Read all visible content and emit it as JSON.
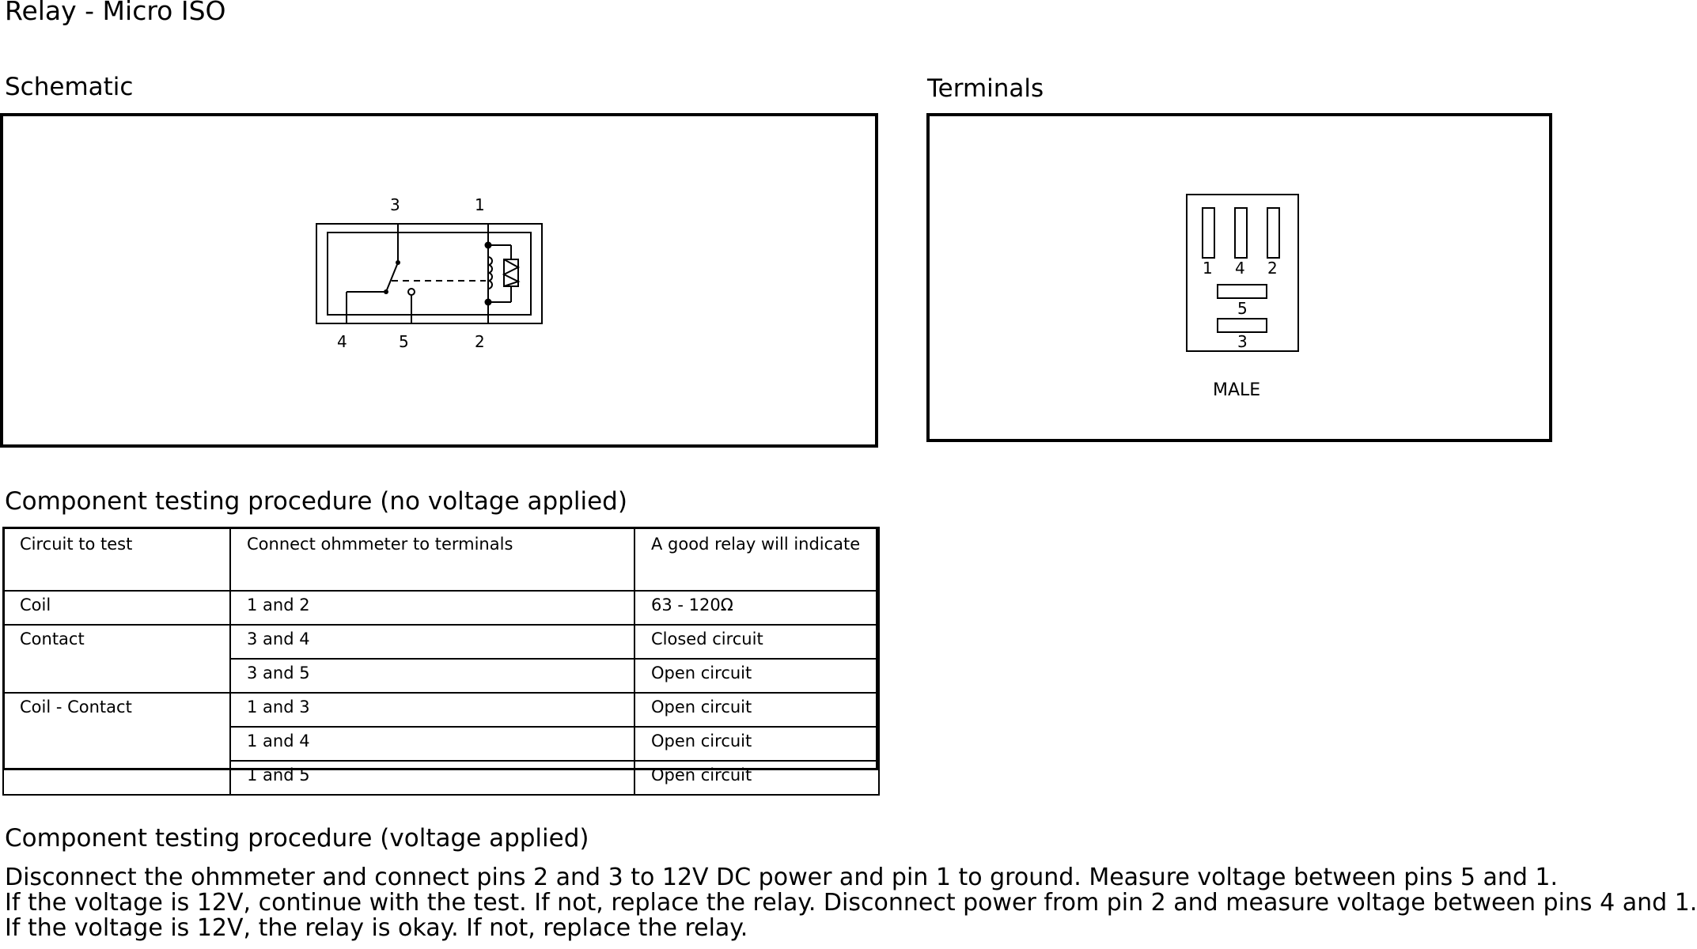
{
  "page_title": "Relay - Micro ISO",
  "schematic": {
    "heading": "Schematic",
    "pin_labels": {
      "top_left": "3",
      "top_right": "1",
      "bottom_left": "4",
      "bottom_mid": "5",
      "bottom_right": "2"
    }
  },
  "terminals": {
    "heading": "Terminals",
    "pin_labels": [
      "1",
      "4",
      "2",
      "5",
      "3"
    ],
    "caption": "MALE"
  },
  "no_voltage": {
    "heading": "Component testing procedure (no voltage applied)",
    "columns": [
      "Circuit to test",
      "Connect ohmmeter to terminals",
      "A good relay will indicate"
    ],
    "rows": [
      {
        "circuit": "Coil",
        "terminals": "1 and 2",
        "result": "63 - 120Ω"
      },
      {
        "circuit": "Contact",
        "terminals": "3 and 4",
        "result": "Closed circuit"
      },
      {
        "circuit": "",
        "terminals": "3 and 5",
        "result": "Open circuit"
      },
      {
        "circuit": "Coil - Contact",
        "terminals": "1 and 3",
        "result": "Open circuit"
      },
      {
        "circuit": "",
        "terminals": "1 and 4",
        "result": "Open circuit"
      },
      {
        "circuit": "",
        "terminals": "1 and 5",
        "result": "Open circuit"
      }
    ]
  },
  "voltage": {
    "heading": "Component testing procedure (voltage applied)",
    "lines": [
      "Disconnect the ohmmeter and connect pins 2 and 3 to 12V DC power and pin 1 to ground. Measure voltage between pins 5 and 1.",
      "If the voltage is 12V, continue with the test. If not, replace the relay. Disconnect power from pin 2 and measure voltage between pins 4 and 1.",
      "If the voltage is 12V, the relay is okay. If not, replace the relay."
    ]
  }
}
